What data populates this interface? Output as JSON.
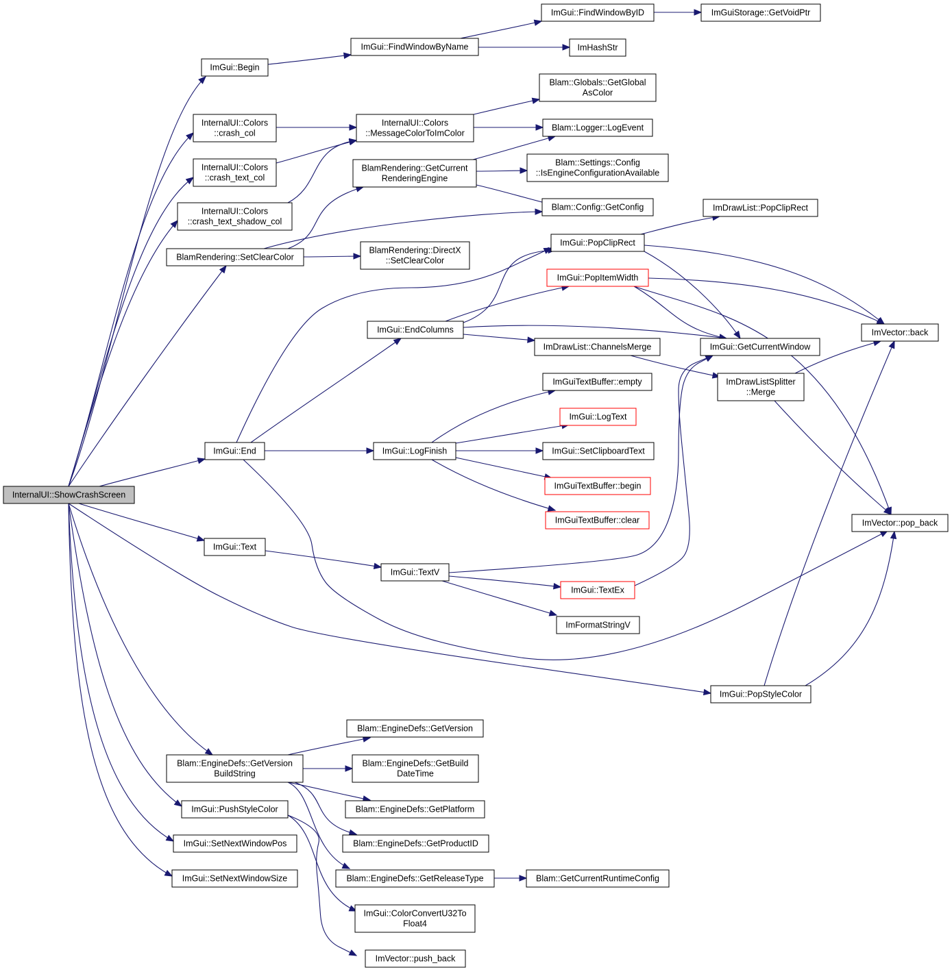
{
  "diagram": {
    "nodes": [
      {
        "id": "root",
        "lines": [
          "InternalUI::ShowCrashScreen"
        ],
        "style": "root"
      },
      {
        "id": "begin",
        "lines": [
          "ImGui::Begin"
        ]
      },
      {
        "id": "findwinbyname",
        "lines": [
          "ImGui::FindWindowByName"
        ]
      },
      {
        "id": "findwinbyid",
        "lines": [
          "ImGui::FindWindowByID"
        ]
      },
      {
        "id": "getvoidptr",
        "lines": [
          "ImGuiStorage::GetVoidPtr"
        ]
      },
      {
        "id": "imhashstr",
        "lines": [
          "ImHashStr"
        ]
      },
      {
        "id": "crashcol",
        "lines": [
          "InternalUI::Colors",
          "::crash_col"
        ]
      },
      {
        "id": "crashtextcol",
        "lines": [
          "InternalUI::Colors",
          "::crash_text_col"
        ]
      },
      {
        "id": "crashtextshadow",
        "lines": [
          "InternalUI::Colors",
          "::crash_text_shadow_col"
        ]
      },
      {
        "id": "msgcolor",
        "lines": [
          "InternalUI::Colors",
          "::MessageColorToImColor"
        ]
      },
      {
        "id": "getglobalascolor",
        "lines": [
          "Blam::Globals::GetGlobal",
          "AsColor"
        ]
      },
      {
        "id": "logevent",
        "lines": [
          "Blam::Logger::LogEvent"
        ]
      },
      {
        "id": "getcurrentrendering",
        "lines": [
          "BlamRendering::GetCurrent",
          "RenderingEngine"
        ]
      },
      {
        "id": "isengineconfig",
        "lines": [
          "Blam::Settings::Config",
          "::IsEngineConfigurationAvailable"
        ]
      },
      {
        "id": "getconfig",
        "lines": [
          "Blam::Config::GetConfig"
        ]
      },
      {
        "id": "setclearcolor",
        "lines": [
          "BlamRendering::SetClearColor"
        ]
      },
      {
        "id": "dxsetclearcolor",
        "lines": [
          "BlamRendering::DirectX",
          "::SetClearColor"
        ]
      },
      {
        "id": "dlpopcliprect",
        "lines": [
          "ImDrawList::PopClipRect"
        ]
      },
      {
        "id": "popcliprect",
        "lines": [
          "ImGui::PopClipRect"
        ]
      },
      {
        "id": "popitemwidth",
        "lines": [
          "ImGui::PopItemWidth"
        ],
        "style": "red"
      },
      {
        "id": "endcolumns",
        "lines": [
          "ImGui::EndColumns"
        ]
      },
      {
        "id": "channelsmerge",
        "lines": [
          "ImDrawList::ChannelsMerge"
        ]
      },
      {
        "id": "getcurrentwindow",
        "lines": [
          "ImGui::GetCurrentWindow"
        ]
      },
      {
        "id": "vecback",
        "lines": [
          "ImVector::back"
        ]
      },
      {
        "id": "splittermerge",
        "lines": [
          "ImDrawListSplitter",
          "::Merge"
        ]
      },
      {
        "id": "tbempty",
        "lines": [
          "ImGuiTextBuffer::empty"
        ]
      },
      {
        "id": "logtext",
        "lines": [
          "ImGui::LogText"
        ],
        "style": "red"
      },
      {
        "id": "end",
        "lines": [
          "ImGui::End"
        ]
      },
      {
        "id": "logfinish",
        "lines": [
          "ImGui::LogFinish"
        ]
      },
      {
        "id": "setclipboard",
        "lines": [
          "ImGui::SetClipboardText"
        ]
      },
      {
        "id": "tbbegin",
        "lines": [
          "ImGuiTextBuffer::begin"
        ],
        "style": "red"
      },
      {
        "id": "tbclear",
        "lines": [
          "ImGuiTextBuffer::clear"
        ],
        "style": "red"
      },
      {
        "id": "vecpopback",
        "lines": [
          "ImVector::pop_back"
        ]
      },
      {
        "id": "text",
        "lines": [
          "ImGui::Text"
        ]
      },
      {
        "id": "textv",
        "lines": [
          "ImGui::TextV"
        ]
      },
      {
        "id": "textex",
        "lines": [
          "ImGui::TextEx"
        ],
        "style": "red"
      },
      {
        "id": "formatstringv",
        "lines": [
          "ImFormatStringV"
        ]
      },
      {
        "id": "popstylecolor",
        "lines": [
          "ImGui::PopStyleColor"
        ]
      },
      {
        "id": "getversion",
        "lines": [
          "Blam::EngineDefs::GetVersion"
        ]
      },
      {
        "id": "getversionbuild",
        "lines": [
          "Blam::EngineDefs::GetVersion",
          "BuildString"
        ]
      },
      {
        "id": "getbuilddatetime",
        "lines": [
          "Blam::EngineDefs::GetBuild",
          "DateTime"
        ]
      },
      {
        "id": "getplatform",
        "lines": [
          "Blam::EngineDefs::GetPlatform"
        ]
      },
      {
        "id": "pushstylecolor",
        "lines": [
          "ImGui::PushStyleColor"
        ]
      },
      {
        "id": "getproductid",
        "lines": [
          "Blam::EngineDefs::GetProductID"
        ]
      },
      {
        "id": "setnextwindowpos",
        "lines": [
          "ImGui::SetNextWindowPos"
        ]
      },
      {
        "id": "getreleasetype",
        "lines": [
          "Blam::EngineDefs::GetReleaseType"
        ]
      },
      {
        "id": "getcurrentruntime",
        "lines": [
          "Blam::GetCurrentRuntimeConfig"
        ]
      },
      {
        "id": "setnextwindowsize",
        "lines": [
          "ImGui::SetNextWindowSize"
        ]
      },
      {
        "id": "colorconvert",
        "lines": [
          "ImGui::ColorConvertU32To",
          "Float4"
        ]
      },
      {
        "id": "vecpushback",
        "lines": [
          "ImVector::push_back"
        ]
      }
    ],
    "edges": [
      [
        "root",
        "begin"
      ],
      [
        "root",
        "crashcol"
      ],
      [
        "root",
        "crashtextcol"
      ],
      [
        "root",
        "crashtextshadow"
      ],
      [
        "root",
        "setclearcolor"
      ],
      [
        "root",
        "end"
      ],
      [
        "root",
        "text"
      ],
      [
        "root",
        "popstylecolor"
      ],
      [
        "root",
        "getversionbuild"
      ],
      [
        "root",
        "pushstylecolor"
      ],
      [
        "root",
        "setnextwindowpos"
      ],
      [
        "root",
        "setnextwindowsize"
      ],
      [
        "begin",
        "findwinbyname"
      ],
      [
        "findwinbyname",
        "findwinbyid"
      ],
      [
        "findwinbyname",
        "imhashstr"
      ],
      [
        "findwinbyid",
        "getvoidptr"
      ],
      [
        "crashcol",
        "msgcolor"
      ],
      [
        "crashtextcol",
        "msgcolor"
      ],
      [
        "crashtextshadow",
        "msgcolor"
      ],
      [
        "msgcolor",
        "getglobalascolor"
      ],
      [
        "msgcolor",
        "logevent"
      ],
      [
        "setclearcolor",
        "getcurrentrendering"
      ],
      [
        "setclearcolor",
        "getconfig"
      ],
      [
        "setclearcolor",
        "dxsetclearcolor"
      ],
      [
        "getcurrentrendering",
        "logevent"
      ],
      [
        "getcurrentrendering",
        "isengineconfig"
      ],
      [
        "getcurrentrendering",
        "getconfig"
      ],
      [
        "end",
        "popcliprect"
      ],
      [
        "end",
        "endcolumns"
      ],
      [
        "end",
        "logfinish"
      ],
      [
        "end",
        "vecpopback"
      ],
      [
        "popcliprect",
        "dlpopcliprect"
      ],
      [
        "popcliprect",
        "getcurrentwindow"
      ],
      [
        "popcliprect",
        "vecback"
      ],
      [
        "endcolumns",
        "popcliprect"
      ],
      [
        "endcolumns",
        "popitemwidth"
      ],
      [
        "endcolumns",
        "getcurrentwindow"
      ],
      [
        "endcolumns",
        "channelsmerge"
      ],
      [
        "popitemwidth",
        "getcurrentwindow"
      ],
      [
        "popitemwidth",
        "vecback"
      ],
      [
        "popitemwidth",
        "vecpopback"
      ],
      [
        "channelsmerge",
        "splittermerge"
      ],
      [
        "splittermerge",
        "vecback"
      ],
      [
        "splittermerge",
        "vecpopback"
      ],
      [
        "logfinish",
        "tbempty"
      ],
      [
        "logfinish",
        "logtext"
      ],
      [
        "logfinish",
        "setclipboard"
      ],
      [
        "logfinish",
        "tbbegin"
      ],
      [
        "logfinish",
        "tbclear"
      ],
      [
        "text",
        "textv"
      ],
      [
        "textv",
        "getcurrentwindow"
      ],
      [
        "textv",
        "textex"
      ],
      [
        "textv",
        "formatstringv"
      ],
      [
        "textex",
        "getcurrentwindow"
      ],
      [
        "popstylecolor",
        "vecback"
      ],
      [
        "popstylecolor",
        "vecpopback"
      ],
      [
        "getversionbuild",
        "getversion"
      ],
      [
        "getversionbuild",
        "getbuilddatetime"
      ],
      [
        "getversionbuild",
        "getplatform"
      ],
      [
        "getversionbuild",
        "getproductid"
      ],
      [
        "getversionbuild",
        "getreleasetype"
      ],
      [
        "getreleasetype",
        "getcurrentruntime"
      ],
      [
        "pushstylecolor",
        "colorconvert"
      ],
      [
        "pushstylecolor",
        "vecpushback"
      ]
    ]
  }
}
